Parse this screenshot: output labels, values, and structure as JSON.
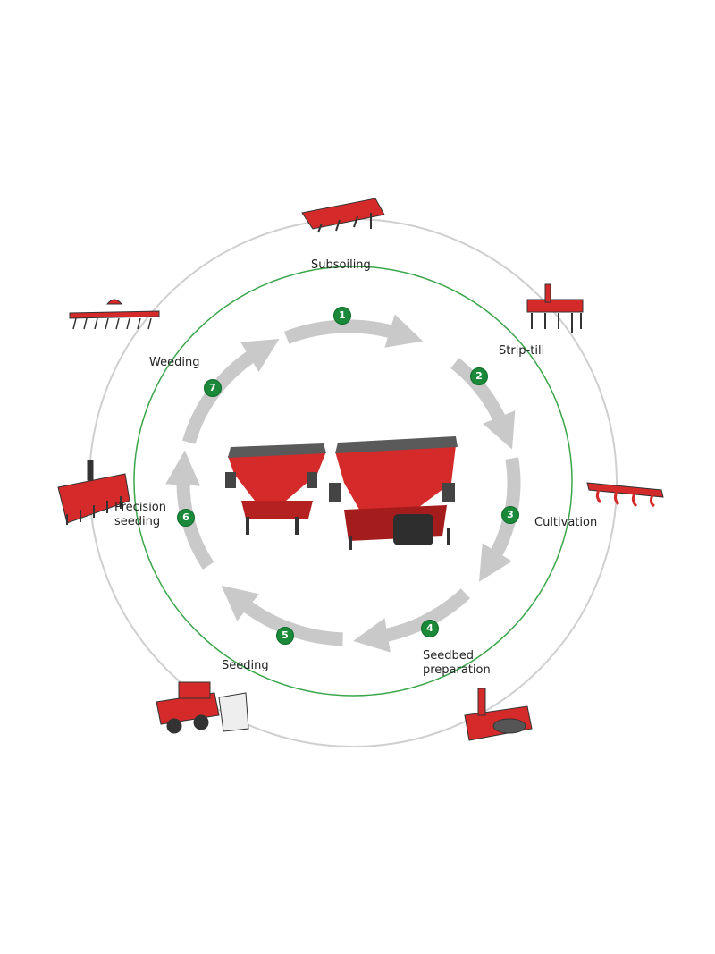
{
  "colors": {
    "accent": "#1a8a3a",
    "arrow": "#c9c9c9",
    "outer_ring": "#cfcfcf",
    "machine_red": "#d42a2a"
  },
  "steps": [
    {
      "number": "1",
      "label": "Subsoiling"
    },
    {
      "number": "2",
      "label": "Strip-till"
    },
    {
      "number": "3",
      "label": "Cultivation"
    },
    {
      "number": "4",
      "label": "Seedbed preparation",
      "line1": "Seedbed",
      "line2": "preparation"
    },
    {
      "number": "5",
      "label": "Seeding"
    },
    {
      "number": "6",
      "label": "Precision seeding",
      "line1": "Precision",
      "line2": "seeding"
    },
    {
      "number": "7",
      "label": "Weeding"
    }
  ]
}
